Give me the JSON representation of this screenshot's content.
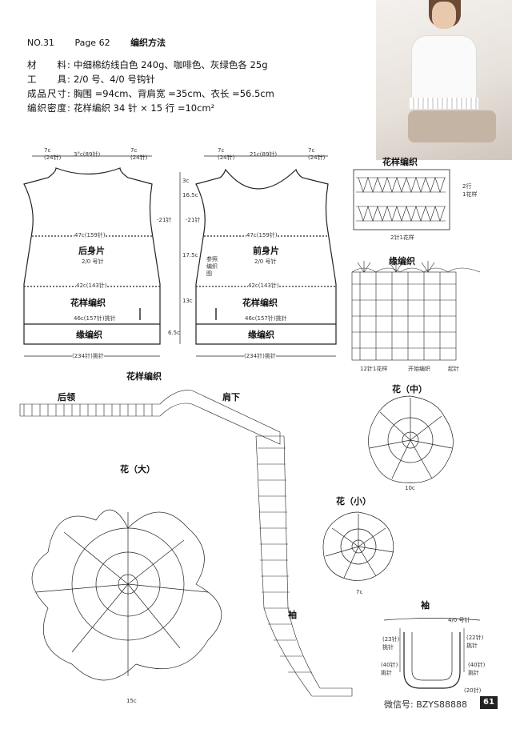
{
  "header": {
    "no": "NO.31",
    "page": "Page 62",
    "method": "编织方法"
  },
  "specs": [
    {
      "k": "材　　料:",
      "v": "中细棉纺线白色 240g、咖啡色、灰绿色各 25g"
    },
    {
      "k": "工　　具:",
      "v": "2/0 号、4/0 号钩针"
    },
    {
      "k": "成品尺寸:",
      "v": "胸围 =94cm、背肩宽 =35cm、衣长 =56.5cm"
    },
    {
      "k": "编织密度:",
      "v": "花样编织  34 针 × 15 行 =10cm²"
    }
  ],
  "back": {
    "title": "后身片",
    "hook": "2/0 号针",
    "pattern": "花样编织",
    "edge": "缘编织",
    "top_width": "3°c(89针)",
    "shoulder_l": "7c\n(24针)",
    "shoulder_r": "7c\n(24针)",
    "chest": "47c(159针)",
    "waist": "42c(143针)",
    "hem": "46c(157针)挑针",
    "bottom": "(234针)挑针",
    "neck_dec": "-21针"
  },
  "front": {
    "title": "前身片",
    "hook": "2/0 号针",
    "pattern": "花样编织",
    "edge": "缘编织",
    "top_width": "21c(89针)",
    "shoulder_l": "7c\n(24针)",
    "shoulder_r": "7c\n(24针)",
    "chest": "47c(159针)",
    "waist": "42c(143针)",
    "hem": "46c(157针)挑针",
    "bottom": "(234针)挑针",
    "neck_dec": "-21针",
    "side_note": "参照编织图"
  },
  "dims": {
    "d1": "3c",
    "d2": "16.5c",
    "d3": "17.5c",
    "d4": "13c",
    "d5": "6.5c"
  },
  "labels": {
    "pattern_title": "花样编织",
    "edge_title": "缘编织",
    "pattern_big": "花样编织",
    "back_neck": "后领",
    "shoulder": "肩下",
    "flower_big": "花（大）",
    "flower_mid": "花（中）",
    "flower_small": "花（小）",
    "sleeve": "袖",
    "flower_big_w": "15c",
    "flower_mid_w": "10c",
    "flower_small_w": "7c",
    "pattern_repeat": "2针1花样",
    "edge_repeat": "12针1花样",
    "edge_side": "开始编织",
    "edge_base": "起针",
    "sleeve_hook": "4/0 号针",
    "sleeve_a": "(23针)\n挑针",
    "sleeve_b": "(22针)\n挑针",
    "sleeve_c": "(40针)\n挑针",
    "sleeve_d": "(40针)\n挑针",
    "sleeve_e": "袖",
    "sleeve_pick": "(20针)",
    "rows_note": "2行\n1花样"
  },
  "footer": {
    "page_num": "61",
    "watermark": "微信号: BZYS88888"
  },
  "colors": {
    "ink": "#222222",
    "page": "#ffffff",
    "photo_bg": "#e8e2dc"
  }
}
